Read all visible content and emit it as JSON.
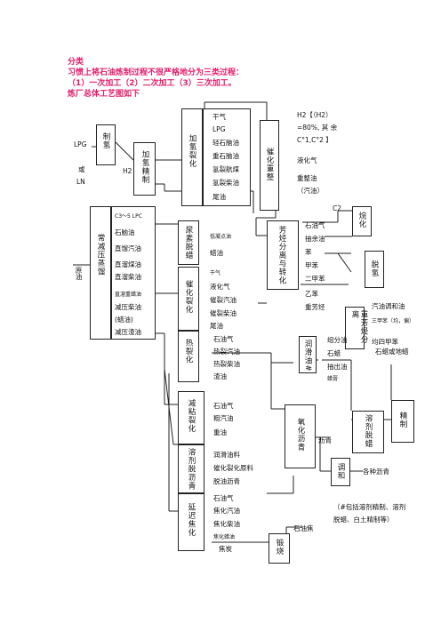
{
  "intro": {
    "title": "分类",
    "line1": "习惯上将石油炼制过程不很严格地分为三类过程：",
    "line2": "（1）一次加工（2）二次加工（3）三次加工。",
    "line3": "炼厂总体工艺图如下"
  },
  "inputs": {
    "lpg": "LPG",
    "or": "或",
    "ln": "LN",
    "h2": "H2",
    "crude": "原油"
  },
  "units": {
    "hydrogen": "制氢",
    "hydrotreat": "加氢精制",
    "hydrocrack": "加氢裂化",
    "reforming": "催化重整",
    "atm_vac": "常减压蒸馏",
    "urea_dewax": "尿素脱蜡",
    "fcc": "催化裂化",
    "thermal": "热裂化",
    "visbreak": "减粘裂化",
    "solvent_deasph": "溶剂脱沥青",
    "coking": "延迟焦化",
    "calcine": "锻烧",
    "aromatics": "芳烃分离与转化",
    "isomer": "烷化",
    "dealkyl": "脱氢",
    "heavy_arom": "重芳烃分离",
    "lube": "润滑油#",
    "oxidize": "氧化沥青",
    "solvent_dewax": "溶剂脱蜡",
    "refine": "精制",
    "blend": "调和"
  },
  "hydrocrack_products": [
    "干气",
    "LPG",
    "轻石脑油",
    "重石脑油",
    "氢裂航煤",
    "氢裂柴油",
    "尾油"
  ],
  "reforming_note": {
    "line1": "H2【（H2）",
    "line2": "=80%, 其 余",
    "line3": "C°1,C°2 】"
  },
  "reforming_products": [
    "液化气",
    "重整油",
    "（汽油）"
  ],
  "c2": "C2",
  "distill_products": {
    "c3": "C3～5 LPC",
    "naphtha": "石脑油",
    "straight_gas": "直馏汽油",
    "straight_kero": "直溜煤油",
    "straight_diesel": "直溜柴油",
    "heavy_wax": "直溜重蜡油",
    "vac_diesel": "减压柴油",
    "wax_oil": "(蜡油)",
    "vac_residue": "减压渣油"
  },
  "urea_products": [
    "低凝点油",
    "蜡油"
  ],
  "fcc_products": [
    "干气",
    "液化气",
    "催裂汽油",
    "催裂柴油",
    "尾油"
  ],
  "thermal_products": [
    "石油气",
    "热裂汽油",
    "热裂柴油",
    "渣油"
  ],
  "visbreak_products": [
    "石油气",
    "粗汽油",
    "重油"
  ],
  "deasph_products": [
    "润滑油料",
    "催化裂化原料",
    "脱油沥青"
  ],
  "coking_products": [
    "石油气",
    "焦化汽油",
    "焦化柴油",
    "焦化蜡油",
    "焦炭"
  ],
  "coke": "石油焦",
  "aromatic_products": [
    "石油气",
    "抽余油",
    "苯",
    "甲苯",
    "二甲苯",
    "乙苯",
    "重芳烃"
  ],
  "heavy_arom_products": [
    "汽油调和油",
    "三甲苯（均，偏）",
    "均四甲苯"
  ],
  "lube_products": [
    "组分油",
    "石蜡",
    "抽出油",
    "蜡膏"
  ],
  "wax": "石蜡或地蜡",
  "asphalt": "沥青",
  "all_asphalt": "各种沥青",
  "footnote": {
    "line1": "（#包括溶剂精制、溶剂",
    "line2": "脱蜡、白土精制等）"
  }
}
